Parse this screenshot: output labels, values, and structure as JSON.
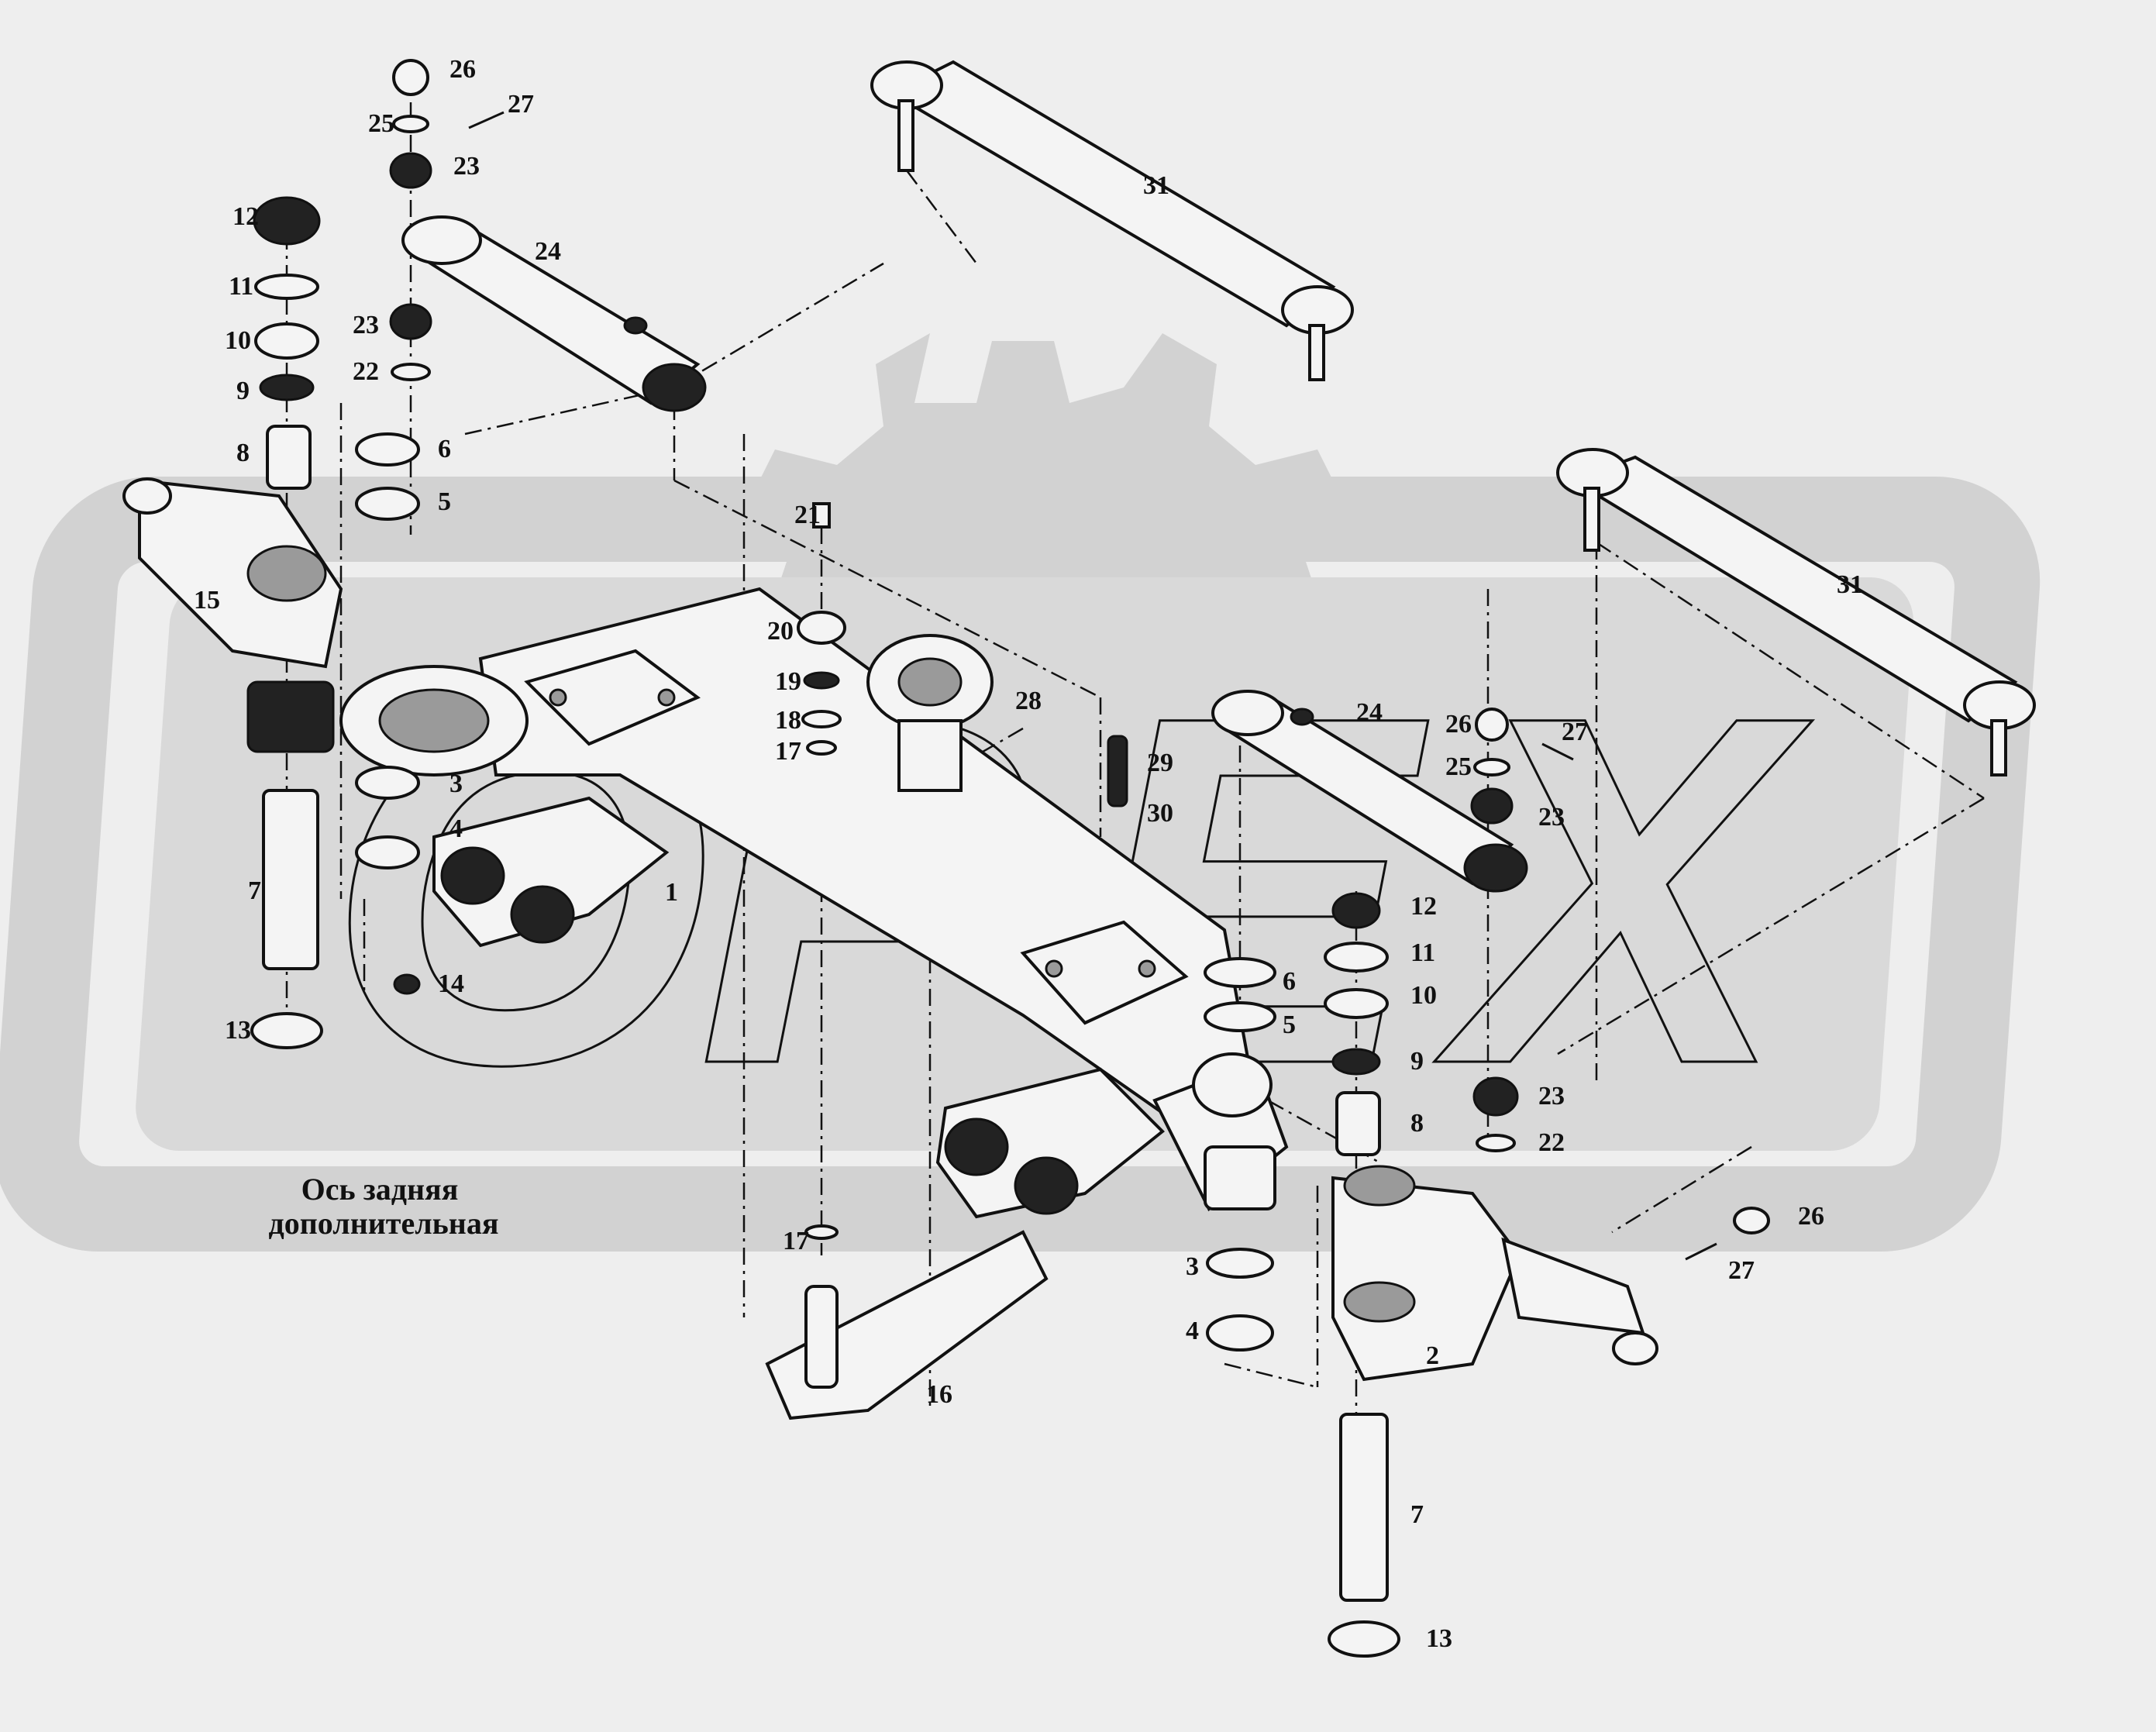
{
  "caption": {
    "line1": "Ось задняя",
    "line2": "дополнительная"
  },
  "watermark_letters": [
    "О",
    "Р",
    "Е",
    "Х"
  ],
  "callouts": [
    {
      "id": "c26a",
      "text": "26"
    },
    {
      "id": "c27a",
      "text": "27"
    },
    {
      "id": "c25a",
      "text": "25"
    },
    {
      "id": "c23a",
      "text": "23"
    },
    {
      "id": "c24a",
      "text": "24"
    },
    {
      "id": "c23b",
      "text": "23"
    },
    {
      "id": "c22a",
      "text": "22"
    },
    {
      "id": "c12a",
      "text": "12"
    },
    {
      "id": "c11a",
      "text": "11"
    },
    {
      "id": "c10a",
      "text": "10"
    },
    {
      "id": "c9a",
      "text": "9"
    },
    {
      "id": "c8a",
      "text": "8"
    },
    {
      "id": "c6a",
      "text": "6"
    },
    {
      "id": "c5a",
      "text": "5"
    },
    {
      "id": "c15",
      "text": "15"
    },
    {
      "id": "c3a",
      "text": "3"
    },
    {
      "id": "c4a",
      "text": "4"
    },
    {
      "id": "c7a",
      "text": "7"
    },
    {
      "id": "c1",
      "text": "1"
    },
    {
      "id": "c14",
      "text": "14"
    },
    {
      "id": "c13a",
      "text": "13"
    },
    {
      "id": "c31a",
      "text": "31"
    },
    {
      "id": "c21",
      "text": "21"
    },
    {
      "id": "c20",
      "text": "20"
    },
    {
      "id": "c19",
      "text": "19"
    },
    {
      "id": "c18",
      "text": "18"
    },
    {
      "id": "c17a",
      "text": "17"
    },
    {
      "id": "c28",
      "text": "28"
    },
    {
      "id": "c29",
      "text": "29"
    },
    {
      "id": "c30",
      "text": "30"
    },
    {
      "id": "c31b",
      "text": "31"
    },
    {
      "id": "c24b",
      "text": "24"
    },
    {
      "id": "c26b",
      "text": "26"
    },
    {
      "id": "c27b",
      "text": "27"
    },
    {
      "id": "c25b",
      "text": "25"
    },
    {
      "id": "c23c",
      "text": "23"
    },
    {
      "id": "c12b",
      "text": "12"
    },
    {
      "id": "c11b",
      "text": "11"
    },
    {
      "id": "c10b",
      "text": "10"
    },
    {
      "id": "c6b",
      "text": "6"
    },
    {
      "id": "c5b",
      "text": "5"
    },
    {
      "id": "c9b",
      "text": "9"
    },
    {
      "id": "c23d",
      "text": "23"
    },
    {
      "id": "c8b",
      "text": "8"
    },
    {
      "id": "c22b",
      "text": "22"
    },
    {
      "id": "c17b",
      "text": "17"
    },
    {
      "id": "c3b",
      "text": "3"
    },
    {
      "id": "c4b",
      "text": "4"
    },
    {
      "id": "c2",
      "text": "2"
    },
    {
      "id": "c26c",
      "text": "26"
    },
    {
      "id": "c27c",
      "text": "27"
    },
    {
      "id": "c16",
      "text": "16"
    },
    {
      "id": "c7b",
      "text": "7"
    },
    {
      "id": "c13b",
      "text": "13"
    }
  ],
  "colors": {
    "background": "#eeeeee",
    "watermark": "#cfcfcf",
    "ink": "#111111"
  }
}
